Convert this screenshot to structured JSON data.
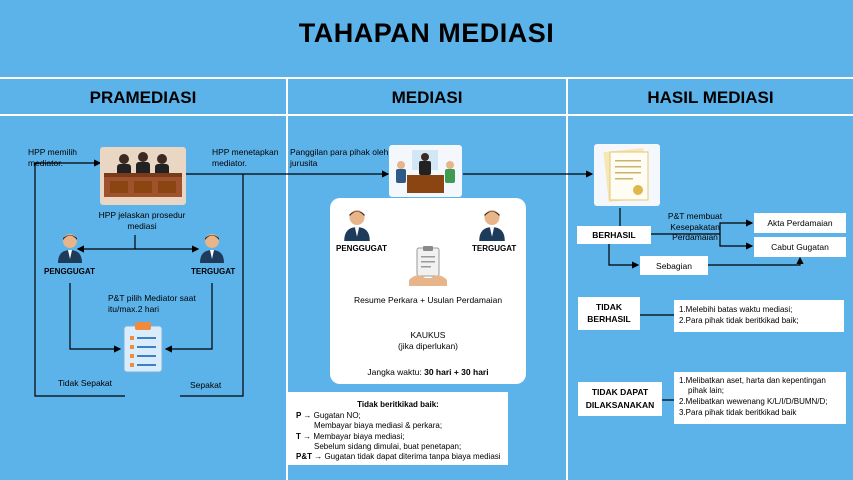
{
  "title": "TAHAPAN MEDIASI",
  "columns": {
    "pramediasi": "PRAMEDIASI",
    "mediasi": "MEDIASI",
    "hasil": "HASIL MEDIASI"
  },
  "pramediasi": {
    "hpp_memilih": "HPP memilih mediator.",
    "hpp_menetapkan": "HPP menetapkan mediator.",
    "hpp_jelaskan": "HPP jelaskan prosedur mediasi",
    "penggugat": "PENGGUGAT",
    "tergugat": "TERGUGAT",
    "pt_pilih": "P&T pilih Mediator saat itu/max.2 hari",
    "tidak_sepakat": "Tidak Sepakat",
    "sepakat": "Sepakat"
  },
  "mediasi": {
    "panggilan": "Panggilan para pihak oleh jurusita",
    "penggugat": "PENGGUGAT",
    "tergugat": "TERGUGAT",
    "resume": "Resume Perkara + Usulan Perdamaian",
    "kaukus": "KAUKUS",
    "kaukus_note": "(jika diperlukan)",
    "jangka_label": "Jangka waktu: ",
    "jangka_value": "30 hari + 30 hari",
    "itikad_title": "Tidak beritkikad baik:",
    "itikad_p_prefix": "P → ",
    "itikad_p1": "Gugatan NO;",
    "itikad_p2": "Membayar biaya mediasi & perkara;",
    "itikad_t_prefix": "T → ",
    "itikad_t1": "Membayar biaya mediasi;",
    "itikad_t2": "Sebelum sidang dimulai, buat penetapan;",
    "itikad_pt_prefix": "P&T → ",
    "itikad_pt": "Gugatan tidak dapat diterima tanpa biaya mediasi"
  },
  "hasil": {
    "berhasil": "BERHASIL",
    "pt_membuat": "P&T membuat Kesepakatan Perdamaian",
    "akta": "Akta Perdamaian",
    "cabut": "Cabut Gugatan",
    "sebagian": "Sebagian",
    "tidak_berhasil_1": "TIDAK",
    "tidak_berhasil_2": "BERHASIL",
    "tb_1": "1.Melebihi batas waktu mediasi;",
    "tb_2": "2.Para pihak tidak beritkikad baik;",
    "tdd_1": "TIDAK DAPAT",
    "tdd_2": "DILAKSANAKAN",
    "tdd_a": "1.Melibatkan aset, harta dan kepentingan",
    "tdd_a2": "pihak lain;",
    "tdd_b": "2.Melibatkan wewenang K/L/I/D/BUMN/D;",
    "tdd_c": "3.Para pihak tidak beritkikad baik"
  },
  "colors": {
    "background": "#5cb3ea",
    "lines": "#ffffff",
    "text": "#000000"
  }
}
